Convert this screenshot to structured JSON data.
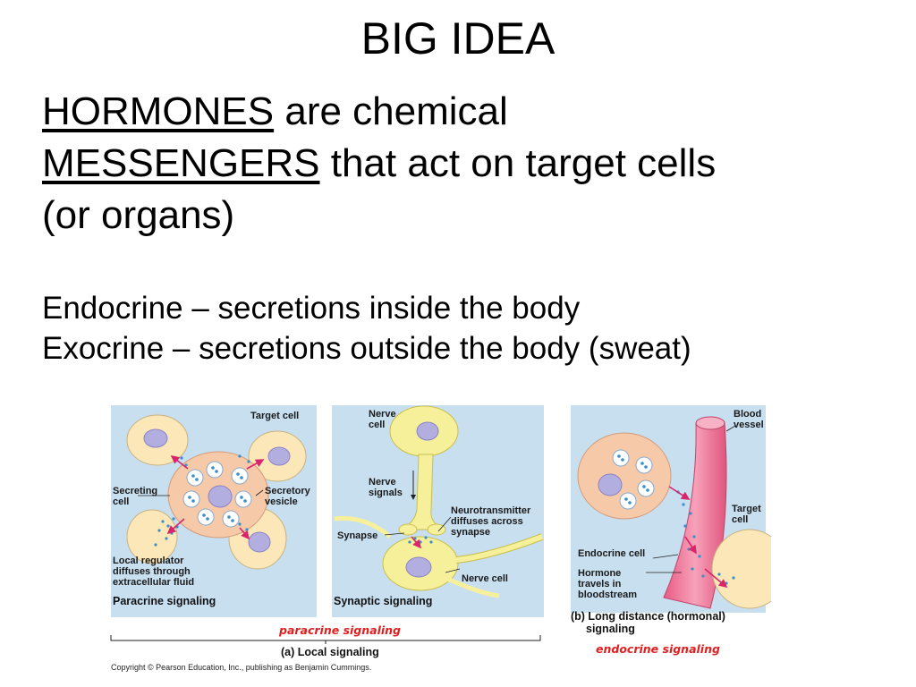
{
  "title": "BIG IDEA",
  "main": {
    "line1_term": "HORMONES",
    "line1_rest": " are chemical",
    "line2_term": "MESSENGERS",
    "line2_rest": " that act on target cells",
    "line3": "(or organs)"
  },
  "definitions": [
    "Endocrine – secretions inside the body",
    "Exocrine – secretions outside the body (sweat)"
  ],
  "figure": {
    "panel1": {
      "target_cell": "Target cell",
      "secreting_cell": [
        "Secreting",
        "cell"
      ],
      "secretory_vesicle": [
        "Secretory",
        "vesicle"
      ],
      "local_regulator": [
        "Local regulator",
        "diffuses through",
        "extracellular fluid"
      ],
      "caption": "Paracrine signaling"
    },
    "panel2": {
      "nerve_cell_top": [
        "Nerve",
        "cell"
      ],
      "nerve_signals": [
        "Nerve",
        "signals"
      ],
      "neurotransmitter": [
        "Neurotransmitter",
        "diffuses across",
        "synapse"
      ],
      "synapse": "Synapse",
      "nerve_cell_bottom": "Nerve cell",
      "caption": "Synaptic signaling"
    },
    "panel3": {
      "blood_vessel": [
        "Blood",
        "vessel"
      ],
      "target_cell": [
        "Target",
        "cell"
      ],
      "endocrine_cell": "Endocrine cell",
      "hormone": [
        "Hormone",
        "travels in",
        "bloodstream"
      ],
      "caption": [
        "(b) Long distance (hormonal)",
        "signaling"
      ]
    },
    "paracrine_signaling": "paracrine signaling",
    "local_signaling": "(a) Local signaling",
    "endocrine_signaling": "endocrine signaling",
    "copyright": "Copyright © Pearson Education, Inc., publishing as Benjamin Cummings."
  },
  "colors": {
    "panel_bg": "#c8dff0",
    "cell_fill": "#fbe7b8",
    "nucleus": "#b3aee0",
    "vessel": "#f07a9a",
    "nerve": "#f7f09a",
    "arrow": "#d9256b",
    "annotation_red": "#e02020"
  }
}
